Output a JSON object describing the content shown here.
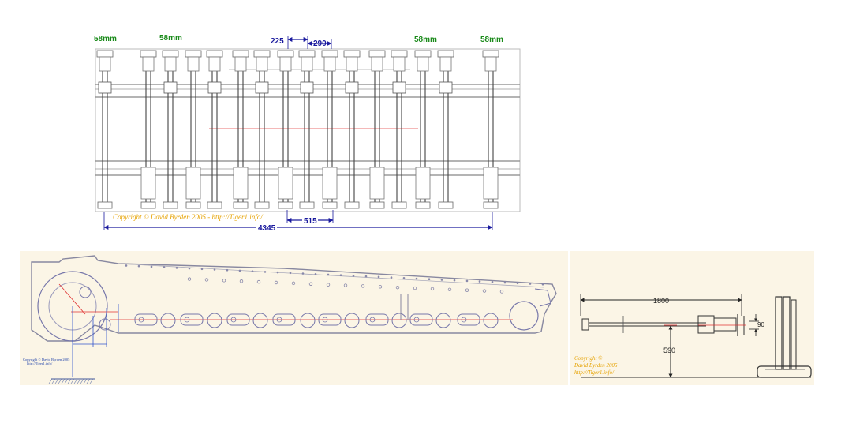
{
  "top_view": {
    "labels_58": [
      "58mm",
      "58mm",
      "58mm",
      "58mm"
    ],
    "dim_225": "225",
    "dim_290": "290",
    "dim_515": "515",
    "dim_4345": "4345",
    "copyright": "Copyright © David Byrden 2005 - http://Tiger1.info/",
    "colors": {
      "line": "#333333",
      "dim": "#1a1a9e",
      "green": "#1a8a1a",
      "red": "#e04040",
      "copy": "#e6a200"
    }
  },
  "side_view": {
    "copyright_line1": "Copyright © David Byrden 2005",
    "copyright_line2": "http://Tiger1.info/",
    "colors": {
      "bg": "#fbf5e6",
      "line": "#666677",
      "red": "#e03030",
      "blue": "#3355cc"
    }
  },
  "axle_view": {
    "dim_1800": "1800",
    "dim_590": "590",
    "dim_90": "90",
    "copyright_line1": "Copyright ©",
    "copyright_line2": "David Byrden 2005",
    "copyright_line3": "http://Tiger1.info/",
    "colors": {
      "bg": "#fbf5e6"
    }
  }
}
